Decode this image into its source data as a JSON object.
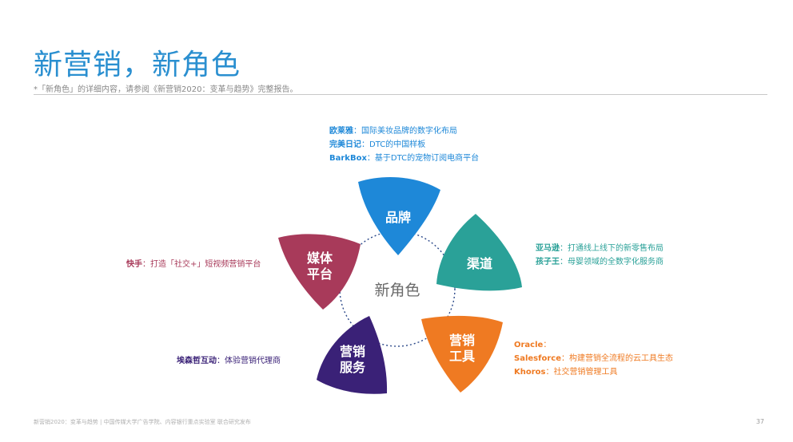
{
  "header": {
    "title": "新营销，新角色",
    "subtitle": "*「新角色」的详细内容，请参阅《新营销2020：变革与趋势》完整报告。"
  },
  "diagram": {
    "center": "新角色",
    "petals": {
      "brand": {
        "lines": [
          "品牌"
        ],
        "color": "#1e88d8"
      },
      "channel": {
        "lines": [
          "渠道"
        ],
        "color": "#2aa198"
      },
      "tools": {
        "lines": [
          "营销",
          "工具"
        ],
        "color": "#ef7a22"
      },
      "service": {
        "lines": [
          "营销",
          "服务"
        ],
        "color": "#3a2177"
      },
      "media": {
        "lines": [
          "媒体",
          "平台"
        ],
        "color": "#a83a5a"
      }
    }
  },
  "info": {
    "brand": [
      {
        "name": "欧莱雅",
        "desc": "：国际美妆品牌的数字化布局"
      },
      {
        "name": "完美日记",
        "desc": "：DTC的中国样板"
      },
      {
        "name": "BarkBox",
        "desc": "：基于DTC的宠物订阅电商平台"
      }
    ],
    "channel": [
      {
        "name": "亚马逊",
        "desc": "：打通线上线下的新零售布局"
      },
      {
        "name": "孩子王",
        "desc": "：母婴领域的全数字化服务商"
      }
    ],
    "tools": [
      {
        "name": "Oracle",
        "desc": "："
      },
      {
        "name": "Salesforce",
        "desc": "：构建营销全流程的云工具生态"
      },
      {
        "name": "Khoros",
        "desc": "：社交营销管理工具"
      }
    ],
    "service": [
      {
        "name": "埃森哲互动",
        "desc": "：体验营销代理商"
      }
    ],
    "media": [
      {
        "name": "快手",
        "desc": "：打造「社交+」短视频营销平台"
      }
    ]
  },
  "footer": {
    "text": "新营销2020：变革与趋势 | 中国传媒大学广告学院、内容银行重点实验室 联合研究发布",
    "page": "37"
  }
}
